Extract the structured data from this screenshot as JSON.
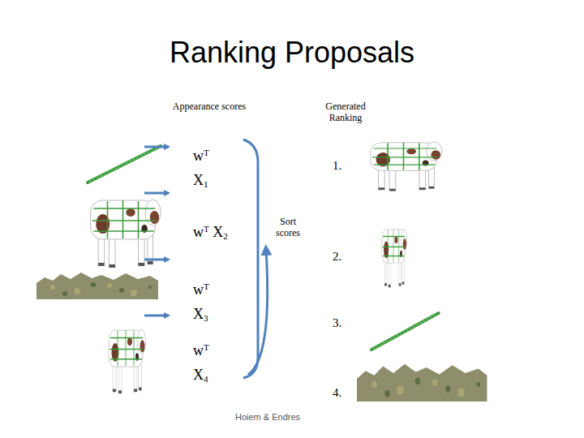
{
  "diagram": {
    "title": "Ranking Proposals",
    "labels": [
      "Appearance scores",
      "Generated Ranking",
      "wT X1",
      "wT X2",
      "wT X3",
      "wT X4",
      "Sort scores",
      "1.",
      "2.",
      "3.",
      "4.",
      "Hoiem & Endres"
    ]
  }
}
